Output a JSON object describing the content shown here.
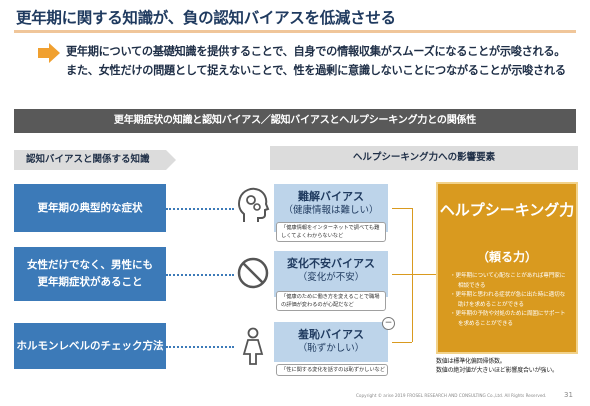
{
  "title": "更年期に関する知識が、負の認知バイアスを低減させる",
  "summary": "更年期についての基礎知識を提供することで、自身での情報収集がスムーズになることが示唆される。また、女性だけの問題として捉えないことで、性を過剰に意識しないことにつながることが示唆される",
  "section_bar": "更年期症状の知識と認知バイアス／認知バイアスとヘルプシーキング力との関係性",
  "left_header": "認知バイアスと関係する知識",
  "right_header": "ヘルプシーキング力への影響要素",
  "knowledge": [
    {
      "label": "更年期の典型的な症状"
    },
    {
      "label": "女性だけでなく、男性にも更年期症状があること"
    },
    {
      "label": "ホルモンレベルのチェック方法"
    }
  ],
  "factors": [
    {
      "title": "難解バイアス",
      "sub": "（健康情報は難しい）",
      "note": "「健康情報をインターネットで調べても難しくてよくわからないなど",
      "icon": "head-gears-icon"
    },
    {
      "title": "変化不安バイアス",
      "sub": "（変化が不安）",
      "note": "「健康のために働き方を変えることで職場の評価が変わるのが心配だなど",
      "icon": "no-sign-icon"
    },
    {
      "title": "羞恥バイアス",
      "sub": "（恥ずかしい）",
      "note": "「性に関する変化を話すのは恥ずかしいなど",
      "icon": "woman-icon",
      "badge": "−"
    }
  ],
  "outcome": {
    "title": "ヘルプシーキング力",
    "sub": "（頼る力）",
    "items": [
      "・更年期について心配なことがあれば専門家に相談できる",
      "・更年期と思われる症状が急に出た時に適切な助けを求めることができる",
      "・更年期の予防や対処のために周囲にサポートを求めることができる"
    ]
  },
  "footnote": "数値は標準化偏回帰係数。\n数値の絶対値が大きいほど影響度合いが強い。",
  "copyright": "Copyright © arise 2019 FROSEL RESEARCH AND CONSULTING Co.,Ltd. All Rights Reserved.",
  "page_number": "31",
  "colors": {
    "accent_orange": "#d99a1f",
    "blue_box": "#3c7ab8",
    "light_blue": "#bdd4ea",
    "section_bar": "#595959",
    "title": "#1f3a5f"
  }
}
